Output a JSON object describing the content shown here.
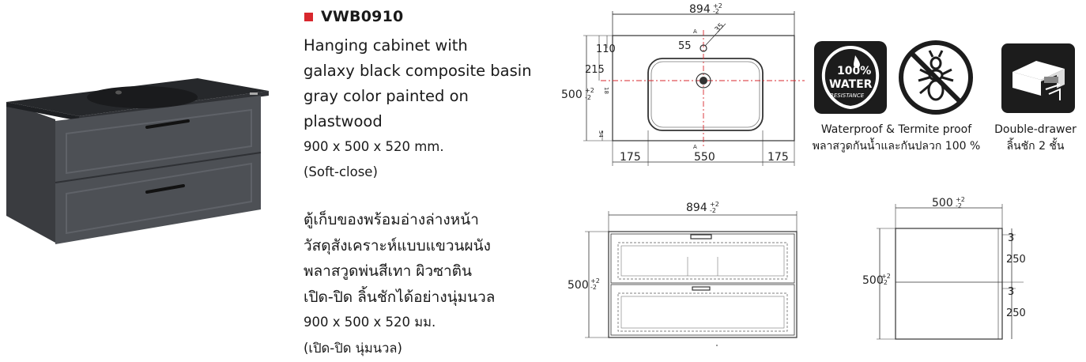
{
  "product": {
    "code": "VWB0910",
    "desc_en": [
      "Hanging cabinet with",
      "galaxy black composite basin",
      "gray color painted on",
      "plastwood"
    ],
    "size_en": "900 x 500 x  520 mm.",
    "softclose_en": "(Soft-close)",
    "desc_th": [
      "ตู้เก็บของพร้อมอ่างล่างหน้า",
      "วัสดุสังเคราะห์แบบแขวนผนัง",
      "พลาสวูดพ่นสีเทา ผิวซาติน",
      "เปิด-ปิด ลิ้นชักได้อย่างนุ่มนวล"
    ],
    "size_th": "900 x 500 x  520 มม.",
    "softclose_th": "(เปิด-ปิด นุ่มนวล)"
  },
  "features": {
    "waterproof_icon": {
      "line1": "100%",
      "line2": "WATER",
      "line3": "RESISTANCE"
    },
    "waterproof_caption_en": "Waterproof & Termite proof",
    "waterproof_caption_th": "พลาสวูดกันน้ำและกันปลวก 100 %",
    "drawer_caption_en": "Double-drawer",
    "drawer_caption_th": "ลิ้นชัก 2 ชั้น"
  },
  "drawings": {
    "top": {
      "width": "894",
      "depth": "500",
      "tol": "+2",
      "tol_neg": "-2",
      "d110": "110",
      "d215": "215",
      "d55": "55",
      "d18": "18",
      "d54": "54",
      "hole": "35",
      "section_a": "A",
      "left": "175",
      "center": "550",
      "right": "175"
    },
    "front": {
      "width": "894",
      "height": "500",
      "tol": "+2",
      "tol_neg": "-2"
    },
    "side": {
      "depth": "500",
      "height": "500",
      "tol": "+2",
      "tol_neg": "-2",
      "gap1": "3",
      "gap2": "3",
      "drawer1": "250",
      "drawer2": "250"
    }
  },
  "colors": {
    "accent_red": "#d8272d",
    "cabinet": "#4a4d52",
    "basin": "#2a2c2f",
    "icon_bg": "#1c1c1c"
  }
}
